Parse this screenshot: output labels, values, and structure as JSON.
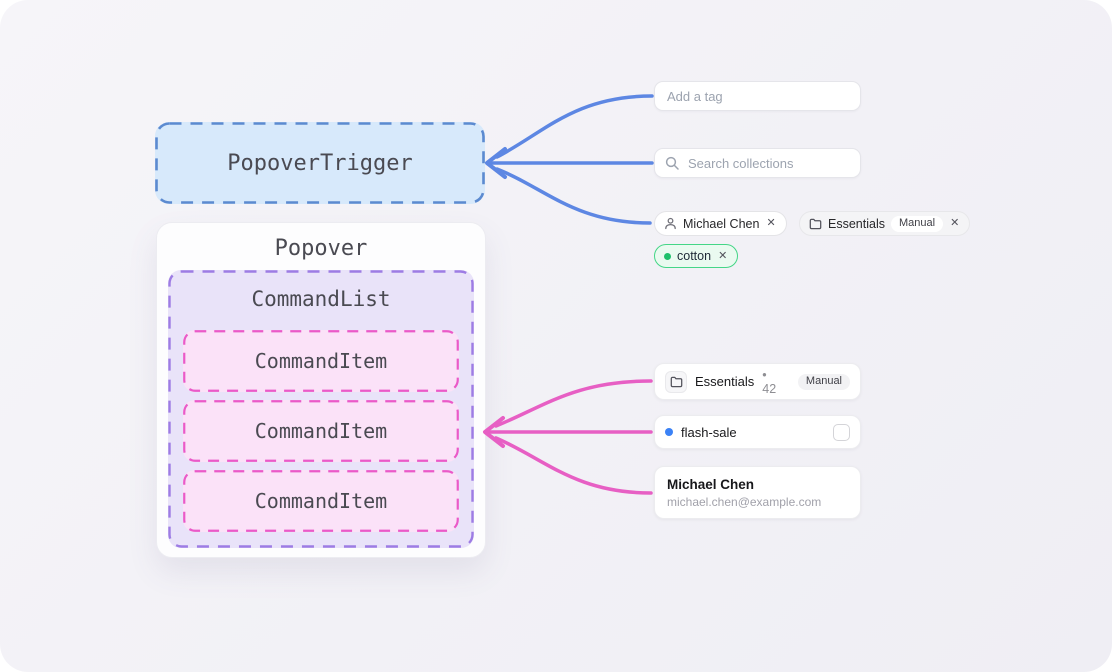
{
  "diagram": {
    "trigger": {
      "label": "PopoverTrigger"
    },
    "popover": {
      "label": "Popover"
    },
    "command_list": {
      "label": "CommandList"
    },
    "command_items": [
      {
        "label": "CommandItem"
      },
      {
        "label": "CommandItem"
      },
      {
        "label": "CommandItem"
      }
    ],
    "colors": {
      "trigger_fill": "#d7e9fb",
      "trigger_border": "#5c8ad0",
      "list_fill": "#e9e3f9",
      "list_border": "#9d7ce4",
      "item_fill": "#fbe2f8",
      "item_border": "#ea5ac8",
      "arrow_blue": "#5d87e3",
      "arrow_pink": "#e75fc4"
    }
  },
  "widgets": {
    "tag_input": {
      "placeholder": "Add a tag"
    },
    "search_input": {
      "placeholder": "Search collections"
    },
    "chips": [
      {
        "label": "Michael Chen",
        "close": "✕"
      },
      {
        "label": "Essentials",
        "badge": "Manual",
        "close": "✕"
      },
      {
        "label": "cotton",
        "dot": "#1fc06b",
        "close": "✕"
      }
    ],
    "collection_row": {
      "title": "Essentials",
      "count": "• 42",
      "badge": "Manual"
    },
    "tag_row": {
      "label": "flash-sale",
      "dot": "#3b82f6"
    },
    "customer_row": {
      "name": "Michael Chen",
      "email": "michael.chen@example.com"
    }
  }
}
